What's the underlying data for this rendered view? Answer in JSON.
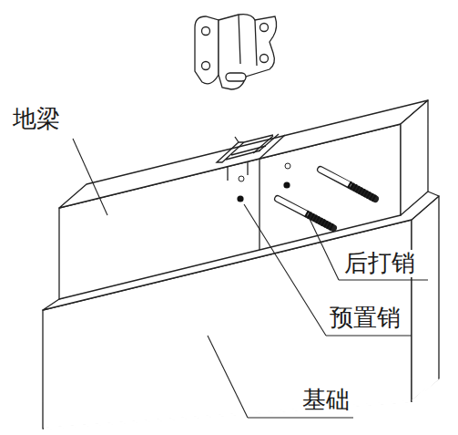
{
  "diagram": {
    "labels": [
      "地梁",
      "后打销",
      "预置销",
      "基础"
    ]
  }
}
